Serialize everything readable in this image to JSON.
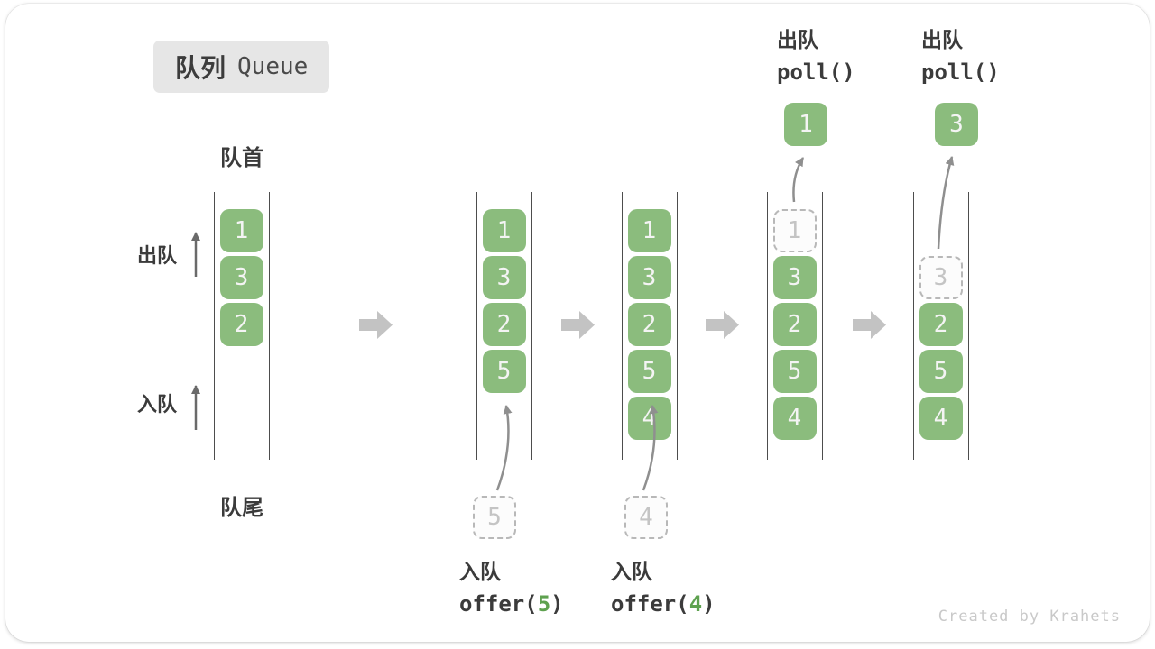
{
  "title": {
    "zh": "队列",
    "en": "Queue"
  },
  "side_labels": {
    "front": "队首",
    "rear": "队尾",
    "dequeue": "出队",
    "enqueue": "入队"
  },
  "queues": {
    "q1": {
      "boxes": [
        "1",
        "3",
        "2"
      ]
    },
    "q2": {
      "boxes": [
        "1",
        "3",
        "2",
        "5"
      ],
      "staging": "5",
      "caption": {
        "zh": "入队",
        "code_pre": "offer(",
        "code_arg": "5",
        "code_post": ")"
      }
    },
    "q3": {
      "boxes": [
        "1",
        "3",
        "2",
        "5",
        "4"
      ],
      "staging": "4",
      "caption": {
        "zh": "入队",
        "code_pre": "offer(",
        "code_arg": "4",
        "code_post": ")"
      }
    },
    "q4": {
      "dashed": "1",
      "boxes": [
        "3",
        "2",
        "5",
        "4"
      ],
      "float": "1",
      "caption": {
        "zh": "出队",
        "code": "poll()"
      }
    },
    "q5": {
      "dashed": "3",
      "boxes": [
        "2",
        "5",
        "4"
      ],
      "float": "3",
      "caption": {
        "zh": "出队",
        "code": "poll()"
      }
    }
  },
  "footer": "Created by Krahets",
  "colors": {
    "box_green": "#8bbc7d",
    "code_green": "#5ea14f",
    "flow_arrow_gray": "#c3c3c3",
    "queue_line": "#4d4d4d",
    "badge_bg": "#e6e6e6"
  }
}
